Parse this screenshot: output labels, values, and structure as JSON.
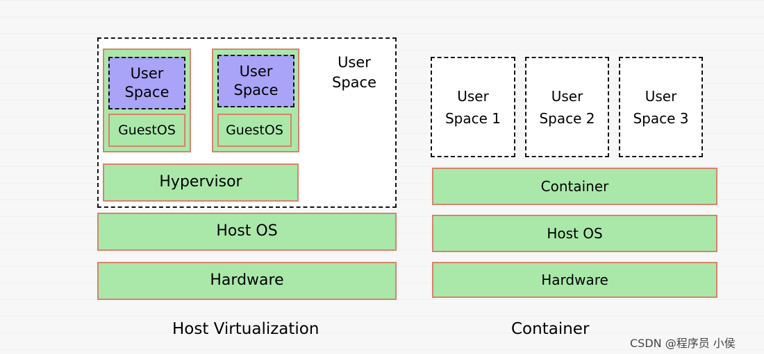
{
  "host_virtualization": {
    "user_space_outer": "User Space",
    "vm1": {
      "user_space": "User Space",
      "guest_os": "GuestOS"
    },
    "vm2": {
      "user_space": "User Space",
      "guest_os": "GuestOS"
    },
    "hypervisor": "Hypervisor",
    "host_os": "Host OS",
    "hardware": "Hardware",
    "caption": "Host Virtualization"
  },
  "container_stack": {
    "user_spaces": [
      "User Space 1",
      "User Space 2",
      "User Space 3"
    ],
    "container": "Container",
    "host_os": "Host OS",
    "hardware": "Hardware",
    "caption": "Container"
  },
  "watermark": "CSDN @程序员 小侯",
  "colors": {
    "layer_fill": "#aae8aa",
    "layer_border": "#d9826b",
    "user_space_fill": "#a9a4f7"
  }
}
